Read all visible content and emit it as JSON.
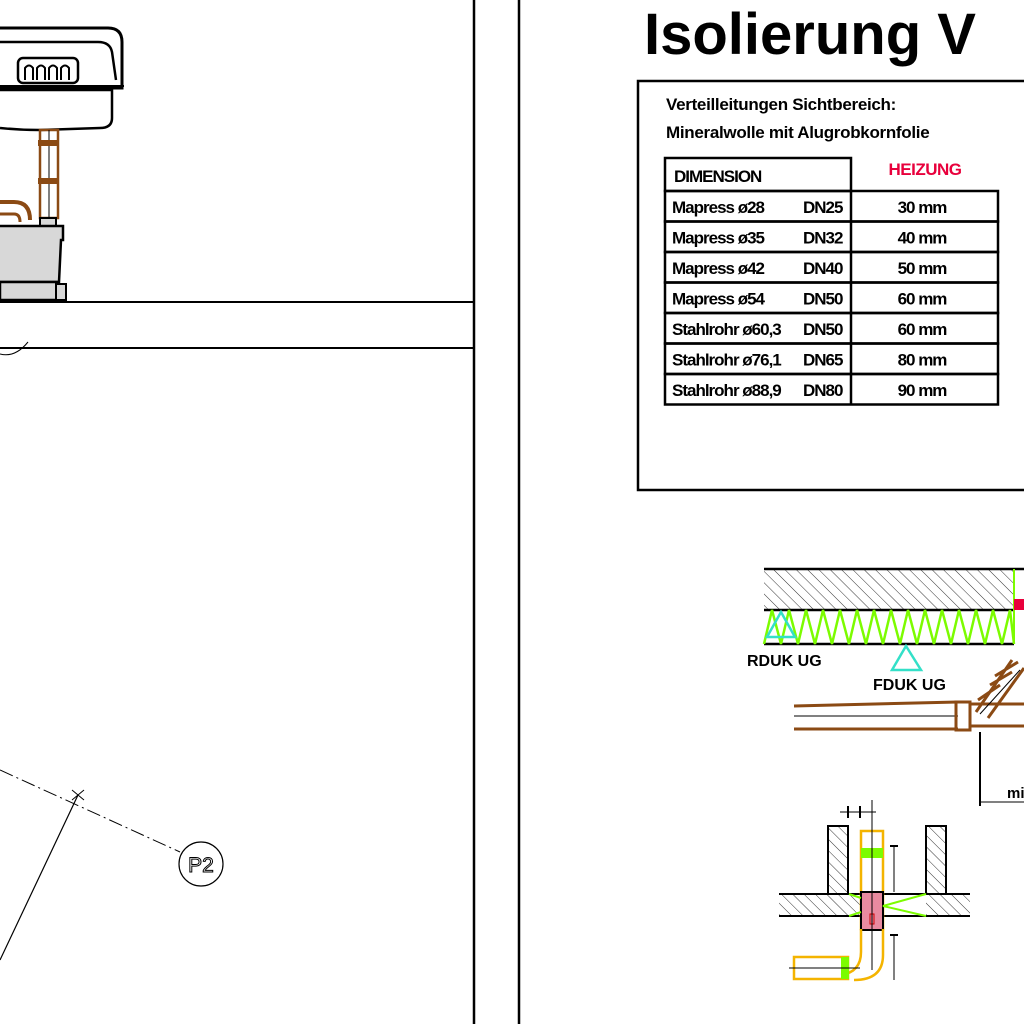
{
  "title": "Isolierung V",
  "note": {
    "line1": "Verteilleitungen Sichtbereich:",
    "line2": "Mineralwolle mit Alugrobkornfolie"
  },
  "table": {
    "header_dimension": "DIMENSION",
    "header_heizung": "HEIZUNG",
    "rows": [
      {
        "pipe": "Mapress ø28",
        "dn": "DN25",
        "value": "30 mm"
      },
      {
        "pipe": "Mapress ø35",
        "dn": "DN32",
        "value": "40 mm"
      },
      {
        "pipe": "Mapress ø42",
        "dn": "DN40",
        "value": "50 mm"
      },
      {
        "pipe": "Mapress ø54",
        "dn": "DN50",
        "value": "60 mm"
      },
      {
        "pipe": "Stahlrohr ø60,3",
        "dn": "DN50",
        "value": "60 mm"
      },
      {
        "pipe": "Stahlrohr ø76,1",
        "dn": "DN65",
        "value": "80 mm"
      },
      {
        "pipe": "Stahlrohr ø88,9",
        "dn": "DN80",
        "value": "90 mm"
      }
    ]
  },
  "labels": {
    "rduk": "RDUK UG",
    "fduk": "FDUK UG",
    "min_cut": "mi",
    "point": "P2"
  },
  "colors": {
    "heizung": "#e8003c",
    "pipe": "#8b4a14",
    "insulation": "#7cfc00",
    "marker": "#33e0c8",
    "sleeve": "#f4b400",
    "fire": "#e98aa0"
  }
}
